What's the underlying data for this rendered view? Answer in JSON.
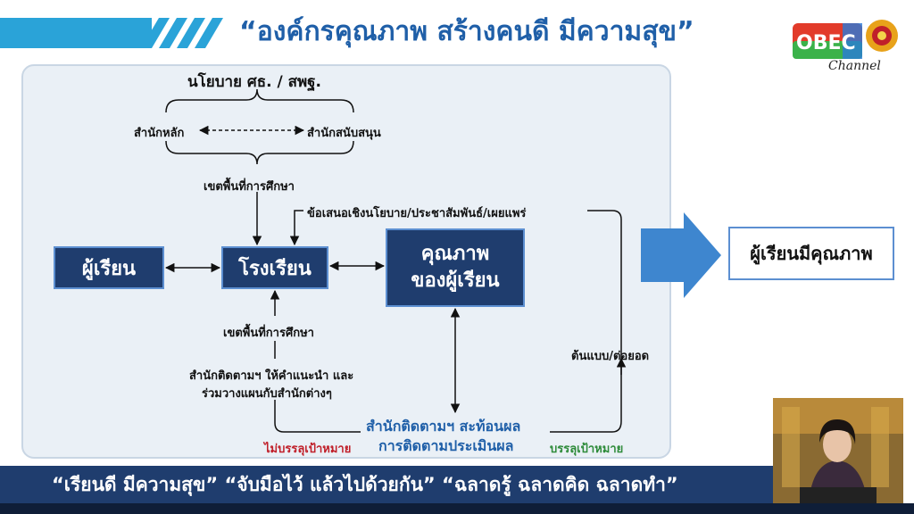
{
  "header": {
    "title": "“องค์กรคุณภาพ สร้างคนดี มีความสุข”",
    "logo_text": "OBEC",
    "logo_subtext": "Channel"
  },
  "diagram": {
    "policy": "นโยบาย ศธ. / สพฐ.",
    "main_office": "สำนักหลัก",
    "support_office": "สำนักสนับสนุน",
    "area_top": "เขตพื้นที่การศึกษา",
    "feedback": "ข้อเสนอเชิงนโยบาย/ประชาสัมพันธ์/เผยแพร่",
    "learner": "ผู้เรียน",
    "school": "โรงเรียน",
    "quality": "คุณภาพ\nของผู้เรียน",
    "area_bottom": "เขตพื้นที่การศึกษา",
    "monitor_advice_1": "สำนักติดตามฯ ให้คำแนะนำ และ",
    "monitor_advice_2": "ร่วมวางแผนกับสำนักต่างๆ",
    "model": "ต้นแบบ/ต่อยอด",
    "reflect_1": "สำนักติดตามฯ สะท้อนผล",
    "reflect_2": "การติดตามประเมินผล",
    "not_met": "ไม่บรรลุเป้าหมาย",
    "met": "บรรลุเป้าหมาย",
    "outcome": "ผู้เรียนมีคุณภาพ"
  },
  "footer": {
    "slogan": "“เรียนดี มีความสุข”   “จับมือไว้ แล้วไปด้วยกัน”   “ฉลาดรู้ ฉลาดคิด ฉลาดทำ”"
  },
  "colors": {
    "title_blue": "#1f5fa8",
    "box_navy": "#1f3d6e",
    "not_met_red": "#c0202a",
    "met_green": "#2e8b3a",
    "reflect_blue": "#1f5fa8"
  }
}
